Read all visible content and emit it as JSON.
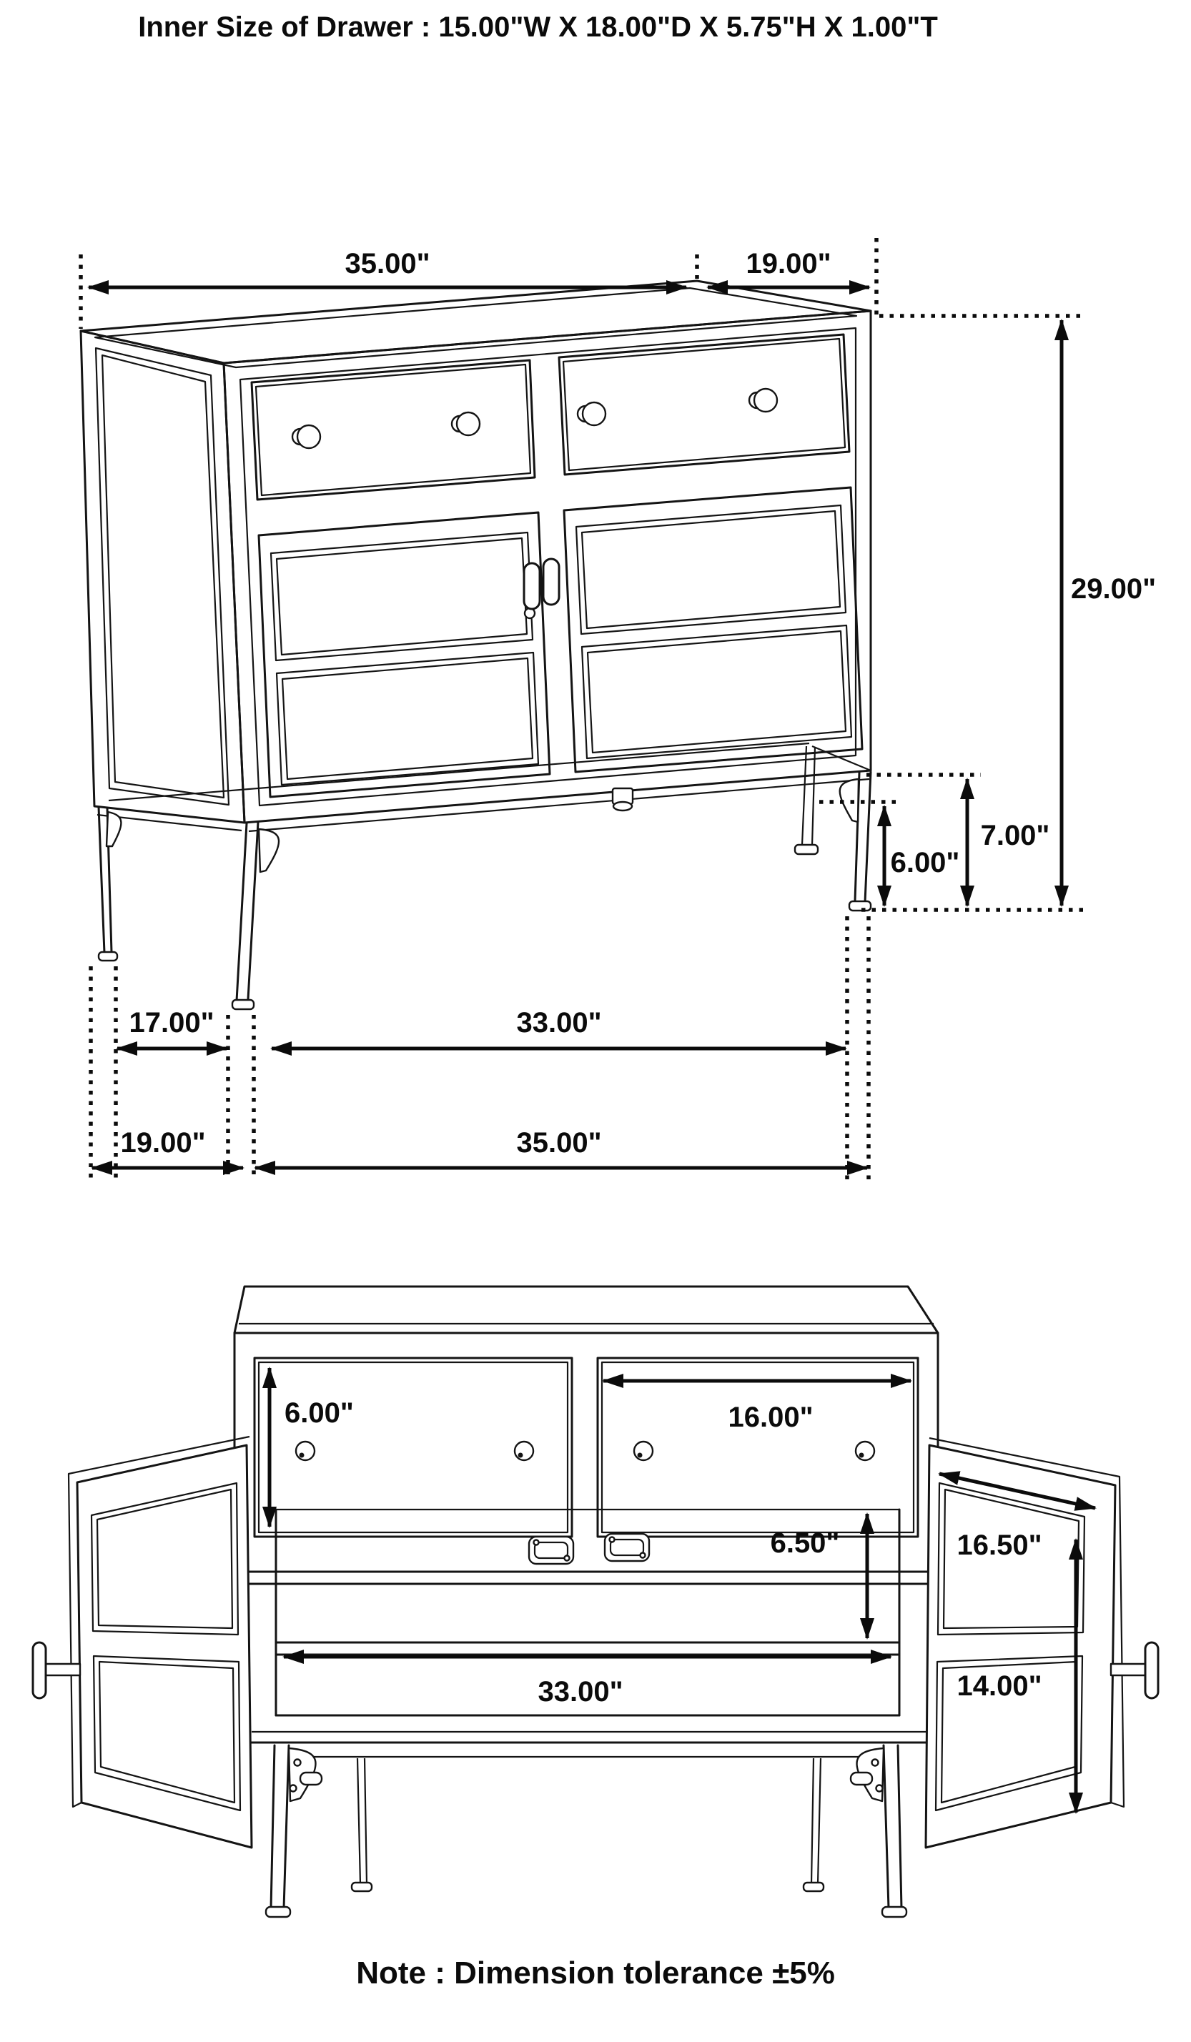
{
  "page": {
    "title": "Inner Size of Drawer : 15.00\"W X 18.00\"D X 5.75\"H X 1.00\"T",
    "note": "Note : Dimension tolerance ±5%"
  },
  "closed_view": {
    "top_width": "35.00\"",
    "top_depth": "19.00\"",
    "height": "29.00\"",
    "side_leg_height": "7.00\"",
    "front_leg_height": "6.00\"",
    "base_inner_depth": "17.00\"",
    "base_inner_width": "33.00\"",
    "base_outer_depth": "19.00\"",
    "base_outer_width": "35.00\""
  },
  "open_view": {
    "drawer_opening_height": "6.00\"",
    "drawer_opening_width": "16.00\"",
    "shelf_spacing": "6.50\"",
    "door_width": "16.50\"",
    "interior_width": "33.00\"",
    "door_panel_height": "14.00\""
  }
}
